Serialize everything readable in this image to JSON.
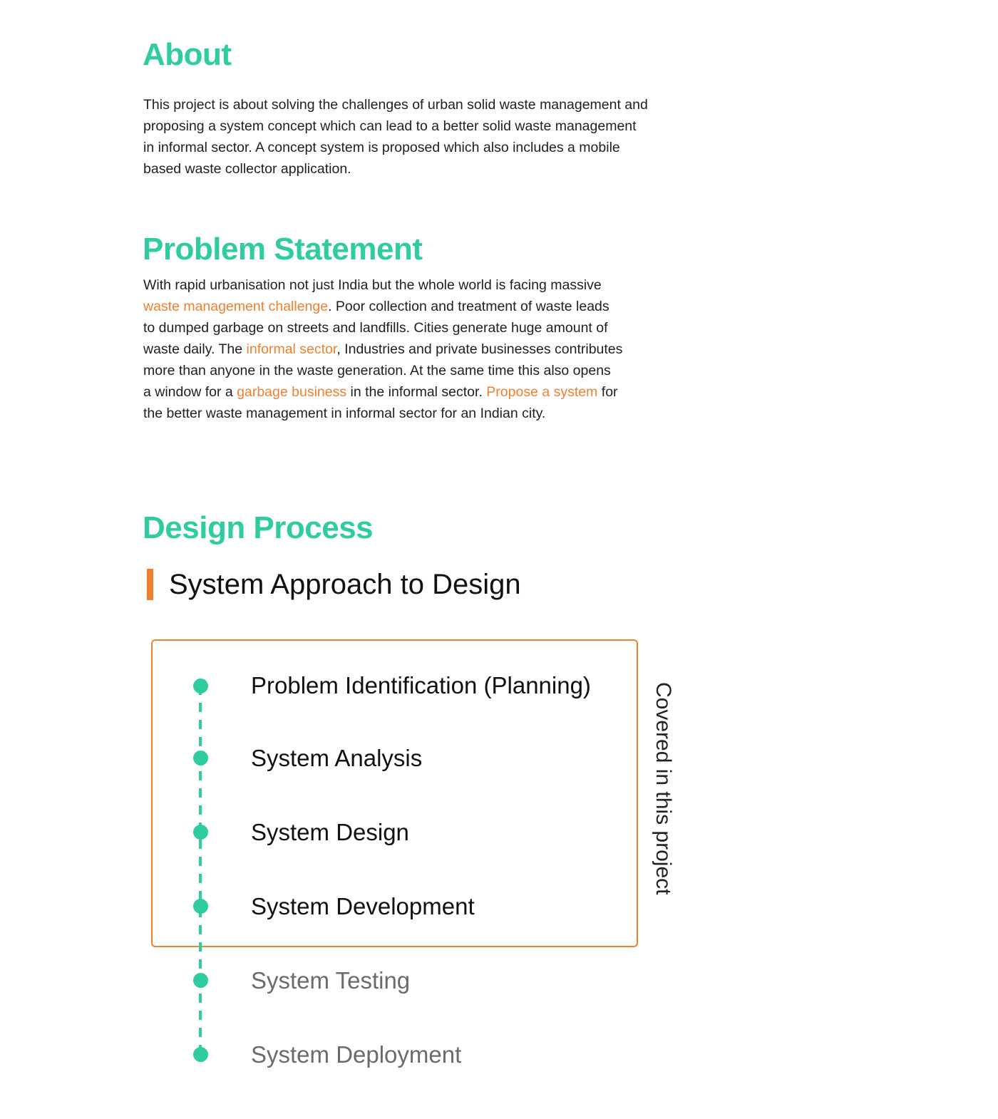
{
  "about": {
    "title": "About",
    "lines": [
      "This project is about solving the challenges of urban solid waste management and",
      "proposing a system concept which can lead to a better solid waste management",
      "in informal sector. A concept system is proposed which also includes a mobile",
      "based waste collector application."
    ]
  },
  "problem": {
    "title": "Problem Statement",
    "lines": [
      [
        {
          "t": "With rapid  urbanisation not just India but the whole world is facing massive"
        }
      ],
      [
        {
          "t": "waste management challenge",
          "hl": true
        },
        {
          "t": ". Poor collection and treatment of waste leads"
        }
      ],
      [
        {
          "t": "to dumped garbage on streets and landfills. Cities generate huge amount of"
        }
      ],
      [
        {
          "t": "waste daily. The "
        },
        {
          "t": "informal sector",
          "hl": true
        },
        {
          "t": ", Industries and private businesses contributes"
        }
      ],
      [
        {
          "t": "more than anyone in the waste generation. At the same time this also opens"
        }
      ],
      [
        {
          "t": "a window for a "
        },
        {
          "t": "garbage business",
          "hl": true
        },
        {
          "t": " in the informal sector. "
        },
        {
          "t": "Propose a system",
          "hl": true
        },
        {
          "t": " for"
        }
      ],
      [
        {
          "t": "the better waste management in informal sector for an Indian city."
        }
      ]
    ]
  },
  "design": {
    "title": "Design Process",
    "subtitle": "System Approach to Design",
    "covered_label": "Covered in this project",
    "steps": [
      {
        "label": "Problem Identification (Planning)",
        "covered": true
      },
      {
        "label": "System Analysis",
        "covered": true
      },
      {
        "label": "System Design",
        "covered": true
      },
      {
        "label": "System Development",
        "covered": true
      },
      {
        "label": "System Testing",
        "covered": false
      },
      {
        "label": "System Deployment",
        "covered": false
      }
    ]
  },
  "colors": {
    "heading": "#2ecc9f",
    "highlight": "#f07f2e",
    "timeline": "#2ecc9f",
    "box_border": "#f07f2e",
    "muted_text": "#6b6b6b"
  }
}
